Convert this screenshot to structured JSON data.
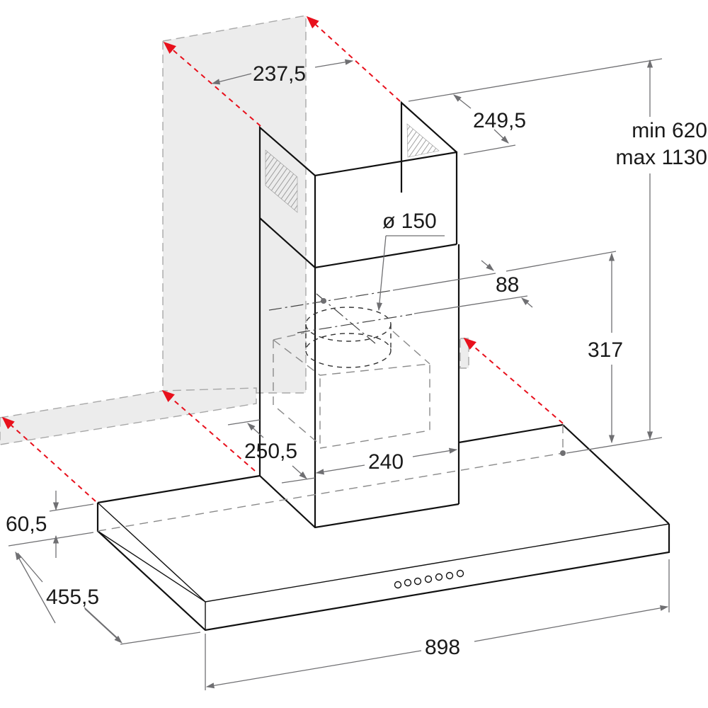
{
  "drawing": {
    "subject": "Chimney cooker hood — dimensional drawing (mm)",
    "colors": {
      "line": "#111111",
      "dimension": "#6f6f72",
      "wall_fill": "#ececec",
      "wall_marker": "#e8101c"
    }
  },
  "dimensions": {
    "chimney_width": "237,5",
    "chimney_depth": "249,5",
    "height_min": "min 620",
    "height_max": "max 1130",
    "duct_diameter": "ø 150",
    "duct_offset": "88",
    "duct_height": "317",
    "hood_depth_offset": "250,5",
    "motor_width": "240",
    "canopy_thickness": "60,5",
    "canopy_depth": "455,5",
    "canopy_width": "898"
  },
  "controls": {
    "button_count": 7
  }
}
